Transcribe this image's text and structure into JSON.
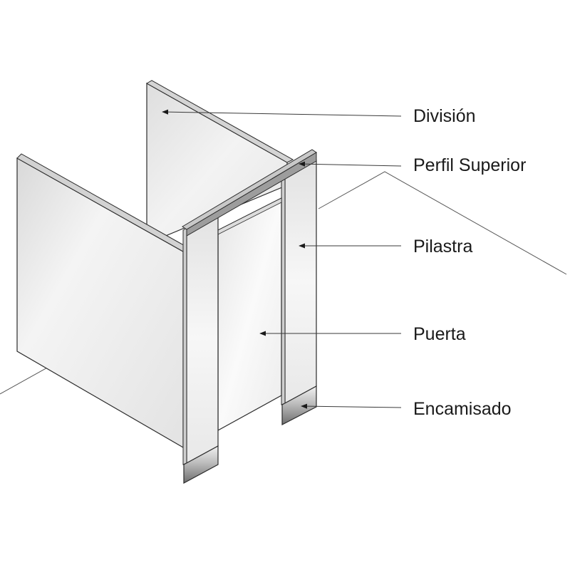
{
  "labels": {
    "division": "División",
    "perfil_superior": "Perfil Superior",
    "pilastra": "Pilastra",
    "puerta": "Puerta",
    "encamisado": "Encamisado"
  },
  "colors": {
    "outline": "#2b2b2b",
    "leader_line": "#3a3a3a",
    "panel_face": "#eeeeee",
    "panel_edge": "#c9c9c9",
    "shoe": "#8e8e8e",
    "floor_line": "#555555",
    "label_text": "#1a1a1a"
  }
}
